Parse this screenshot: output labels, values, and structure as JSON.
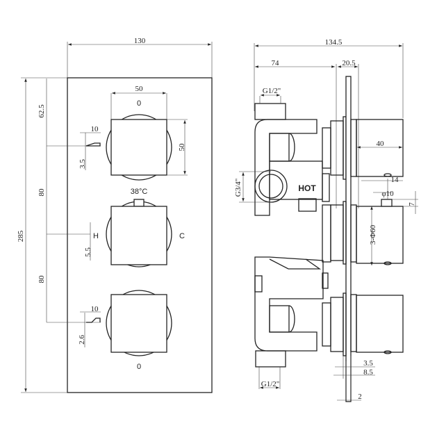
{
  "front_view": {
    "width": "130",
    "height": "285",
    "top_offset": "62.5",
    "spacing_1": "80",
    "spacing_2": "80",
    "knob_width": "50",
    "knob_height": "50",
    "spout_top_width": "10",
    "spout_top_height": "3.5",
    "spout_bottom_width": "10",
    "spout_bottom_height": "2.6",
    "center_offset": "5.5",
    "top_knob_label": "0",
    "temp_label": "38°C",
    "hot_label": "H",
    "cold_label": "C",
    "bottom_knob_label": "0"
  },
  "side_view": {
    "total_depth": "134.5",
    "body_depth": "74",
    "plate_depth": "20.5",
    "top_inlet": "G1/2\"",
    "hot_inlet": "G3/4\"",
    "hot_label": "HOT",
    "knob_depth": "40",
    "pin_offset": "14",
    "pin_diameter": "φ10",
    "pin_height": "7",
    "knob_diameter": "3-Φ60",
    "plate_thickness_1": "3.5",
    "plate_thickness_2": "8.5",
    "plate_thickness_3": "2",
    "bottom_outlet": "G1/2\""
  }
}
